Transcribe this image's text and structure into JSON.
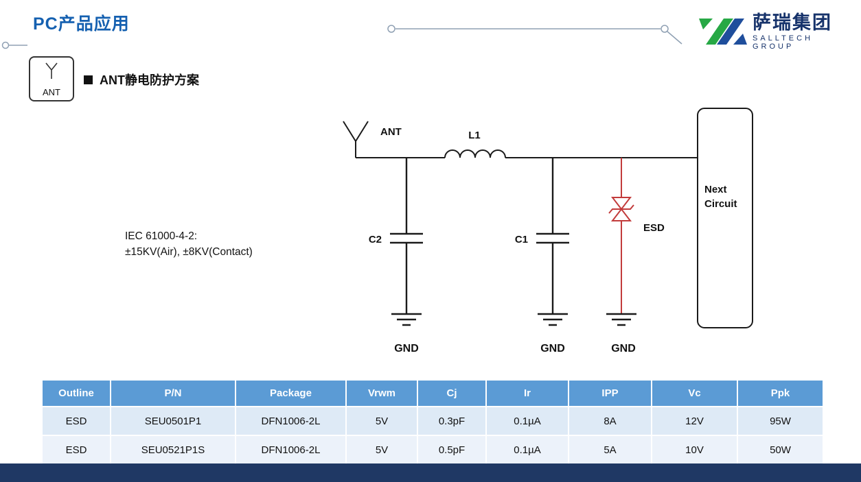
{
  "header": {
    "title": "PC产品应用",
    "logo": {
      "name": "萨瑞集团",
      "subtitle": "SALLTECH GROUP"
    }
  },
  "ant_badge": {
    "label": "ANT"
  },
  "section": {
    "heading": "ANT静电防护方案"
  },
  "circuit": {
    "ant_label": "ANT",
    "inductor_label": "L1",
    "cap_left_label": "C2",
    "cap_mid_label": "C1",
    "esd_label": "ESD",
    "next_line1": "Next",
    "next_line2": "Circuit",
    "gnd": [
      "GND",
      "GND",
      "GND"
    ],
    "iec_line1": "IEC 61000-4-2:",
    "iec_line2": "±15KV(Air), ±8KV(Contact)"
  },
  "table": {
    "headers": [
      "Outline",
      "P/N",
      "Package",
      "Vrwm",
      "Cj",
      "Ir",
      "IPP",
      "Vc",
      "Ppk"
    ],
    "rows": [
      [
        "ESD",
        "SEU0501P1",
        "DFN1006-2L",
        "5V",
        "0.3pF",
        "0.1µA",
        "8A",
        "12V",
        "95W"
      ],
      [
        "ESD",
        "SEU0521P1S",
        "DFN1006-2L",
        "5V",
        "0.5pF",
        "0.1µA",
        "5A",
        "10V",
        "50W"
      ]
    ]
  },
  "colors": {
    "title_blue": "#1560B0",
    "logo_navy": "#17336B",
    "logo_green": "#27A845",
    "table_header_bg": "#5B9BD5",
    "table_row_odd_bg": "#DEEAF6",
    "table_row_even_bg": "#ECF2FA",
    "footer_bg": "#1F3864",
    "esd_red": "#C23B3B",
    "connector_gray": "#8FA0B3"
  }
}
